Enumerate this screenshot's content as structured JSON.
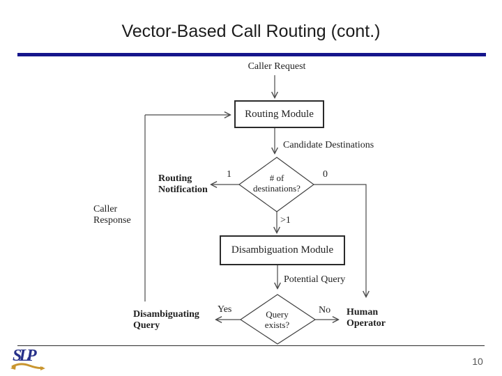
{
  "slide": {
    "title": "Vector-Based Call Routing (cont.)",
    "page_number": "10"
  },
  "logo": {
    "text": "SLP"
  },
  "colors": {
    "divider": "#15158c",
    "diagram_line": "#4a4a4a",
    "text": "#1f1f1f",
    "logo_navy": "#273089",
    "logo_gold": "#c9952f",
    "page_number": "#555555"
  },
  "flowchart": {
    "caller_request": "Caller Request",
    "routing_module": "Routing Module",
    "candidate_destinations": "Candidate Destinations",
    "destinations_decision": {
      "line1": "# of",
      "line2": "destinations?"
    },
    "branch_one": "1",
    "branch_zero": "0",
    "branch_gt_one": ">1",
    "routing_notification": {
      "line1": "Routing",
      "line2": "Notification"
    },
    "caller_response": {
      "line1": "Caller",
      "line2": "Response"
    },
    "disambiguation_module": "Disambiguation Module",
    "potential_query": "Potential Query",
    "query_decision": {
      "line1": "Query",
      "line2": "exists?"
    },
    "branch_yes": "Yes",
    "branch_no": "No",
    "disambiguating_query": {
      "line1": "Disambiguating",
      "line2": "Query"
    },
    "human_operator": {
      "line1": "Human",
      "line2": "Operator"
    }
  }
}
